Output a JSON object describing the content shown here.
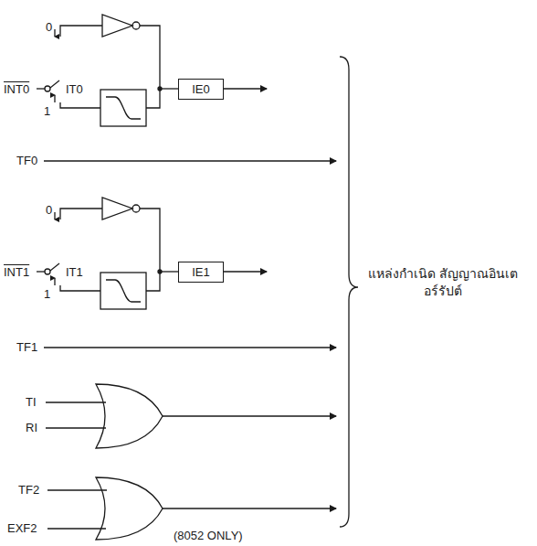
{
  "diagram": {
    "nodes": [
      {
        "text": [
          "IE0"
        ]
      },
      {
        "text": [
          "IE1"
        ]
      }
    ],
    "labels": [
      "INT0",
      "0",
      "IT0",
      "1",
      "TF0",
      "INT1",
      "0",
      "IT1",
      "1",
      "TF1",
      "TI",
      "RI",
      "TF2",
      "EXF2",
      "(8052 ONLY)",
      "แหล่งกำเนิด สัญญาณอินเตอร์รัปต์"
    ]
  }
}
